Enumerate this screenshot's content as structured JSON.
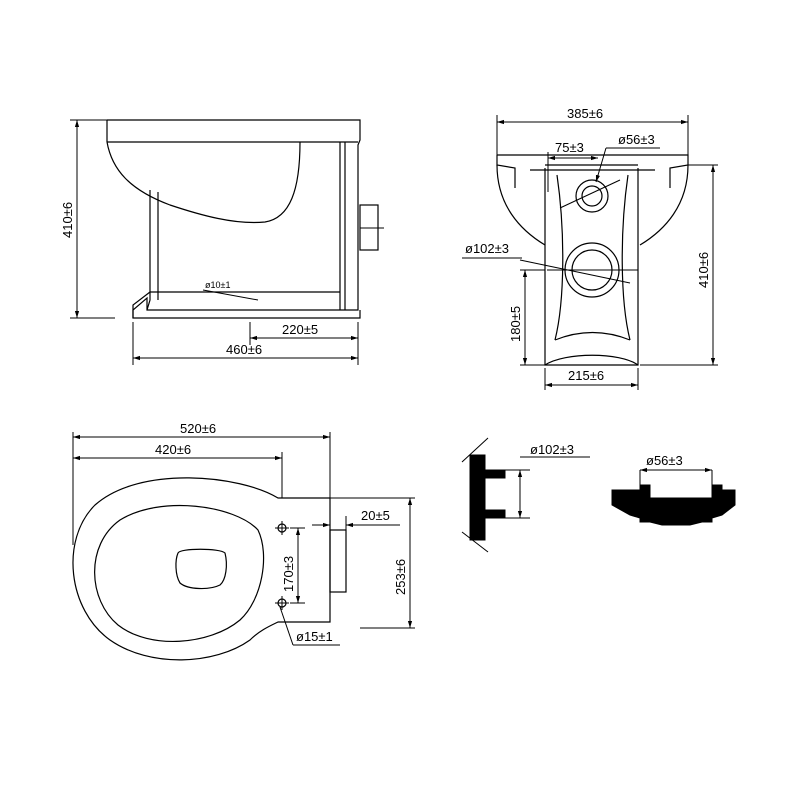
{
  "side_view": {
    "height": "410±6",
    "length": "460±6",
    "outlet_distance": "220±5",
    "hole": "ø10±1"
  },
  "front_view": {
    "width": "385±6",
    "height": "410±6",
    "offset": "75±3",
    "small_hole": "ø56±3",
    "large_hole": "ø102±3",
    "center_height": "180±5",
    "base_width": "215±6"
  },
  "top_view": {
    "overall_length": "520±6",
    "bowl_length": "420±6",
    "step": "20±5",
    "hole_spacing": "170±3",
    "depth": "253±6",
    "hole_diameter": "ø15±1"
  },
  "detail_large": {
    "label": "ø102±3"
  },
  "detail_small": {
    "label": "ø56±3"
  }
}
